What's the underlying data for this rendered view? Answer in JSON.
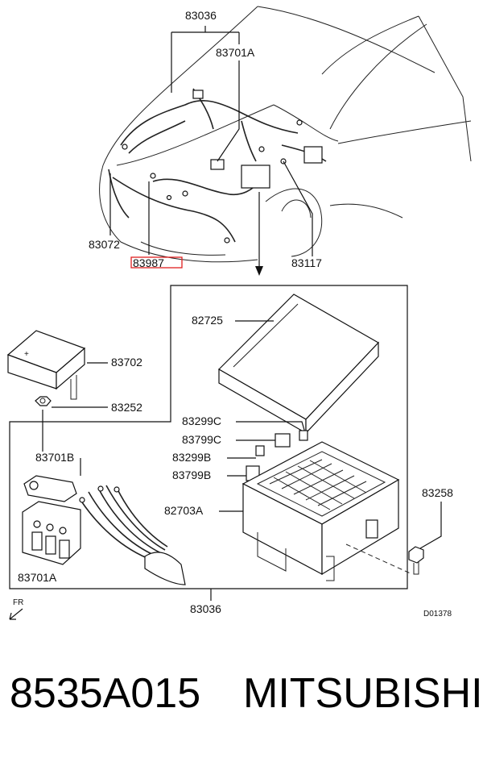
{
  "diagram": {
    "labels": {
      "top_harness": "83036",
      "bottom_harness": "83036",
      "l_83701A_top": "83701A",
      "l_83072": "83072",
      "l_83987": "83987",
      "l_83117": "83117",
      "l_82725": "82725",
      "l_83702": "83702",
      "l_83252": "83252",
      "l_83299C": "83299C",
      "l_83799C": "83799C",
      "l_83299B": "83299B",
      "l_83799B": "83799B",
      "l_82703A": "82703A",
      "l_83258": "83258",
      "l_83701B": "83701B",
      "l_83701A_bottom": "83701A",
      "front_marker": "FR",
      "drawing_code": "D01378"
    },
    "highlight_color": "#e02020"
  },
  "caption": {
    "part_number": "8535A015",
    "brand": "MITSUBISHI"
  }
}
